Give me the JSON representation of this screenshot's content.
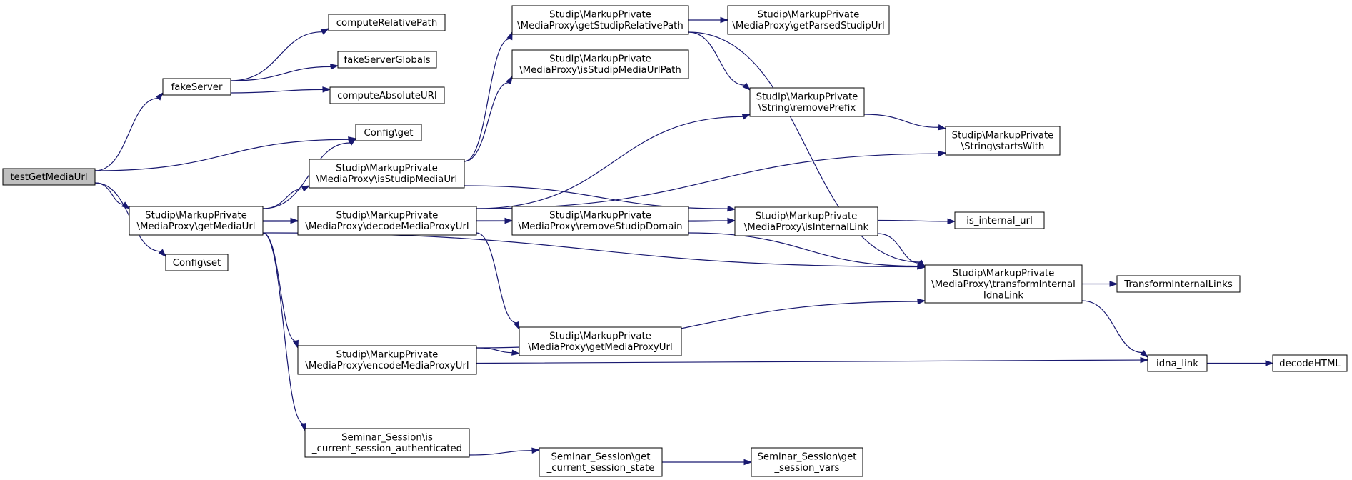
{
  "colors": {
    "edge": "#191970",
    "node_fill": "#ffffff",
    "root_fill": "#bfbfbf",
    "node_stroke": "#000000"
  },
  "nodes": [
    {
      "id": "testGetMediaUrl",
      "lines": [
        "testGetMediaUrl"
      ],
      "root": true
    },
    {
      "id": "fakeServer",
      "lines": [
        "fakeServer"
      ]
    },
    {
      "id": "computeRelativePath",
      "lines": [
        "computeRelativePath"
      ]
    },
    {
      "id": "fakeServerGlobals",
      "lines": [
        "fakeServerGlobals"
      ]
    },
    {
      "id": "computeAbsoluteURI",
      "lines": [
        "computeAbsoluteURI"
      ]
    },
    {
      "id": "configGet",
      "lines": [
        "Config\\get"
      ]
    },
    {
      "id": "configSet",
      "lines": [
        "Config\\set"
      ]
    },
    {
      "id": "getMediaUrl",
      "lines": [
        "Studip\\MarkupPrivate",
        "\\MediaProxy\\getMediaUrl"
      ]
    },
    {
      "id": "isStudipMediaUrl",
      "lines": [
        "Studip\\MarkupPrivate",
        "\\MediaProxy\\isStudipMediaUrl"
      ]
    },
    {
      "id": "decodeMediaProxyUrl",
      "lines": [
        "Studip\\MarkupPrivate",
        "\\MediaProxy\\decodeMediaProxyUrl"
      ]
    },
    {
      "id": "encodeMediaProxyUrl",
      "lines": [
        "Studip\\MarkupPrivate",
        "\\MediaProxy\\encodeMediaProxyUrl"
      ]
    },
    {
      "id": "isAuthenticated",
      "lines": [
        "Seminar_Session\\is",
        "_current_session_authenticated"
      ]
    },
    {
      "id": "getStudipRelativePath",
      "lines": [
        "Studip\\MarkupPrivate",
        "\\MediaProxy\\getStudipRelativePath"
      ]
    },
    {
      "id": "isStudipMediaUrlPath",
      "lines": [
        "Studip\\MarkupPrivate",
        "\\MediaProxy\\isStudipMediaUrlPath"
      ]
    },
    {
      "id": "removeStudipDomain",
      "lines": [
        "Studip\\MarkupPrivate",
        "\\MediaProxy\\removeStudipDomain"
      ]
    },
    {
      "id": "getMediaProxyUrl",
      "lines": [
        "Studip\\MarkupPrivate",
        "\\MediaProxy\\getMediaProxyUrl"
      ]
    },
    {
      "id": "getSessionState",
      "lines": [
        "Seminar_Session\\get",
        "_current_session_state"
      ]
    },
    {
      "id": "getParsedStudipUrl",
      "lines": [
        "Studip\\MarkupPrivate",
        "\\MediaProxy\\getParsedStudipUrl"
      ]
    },
    {
      "id": "removePrefix",
      "lines": [
        "Studip\\MarkupPrivate",
        "\\String\\removePrefix"
      ]
    },
    {
      "id": "isInternalLink",
      "lines": [
        "Studip\\MarkupPrivate",
        "\\MediaProxy\\isInternalLink"
      ]
    },
    {
      "id": "transformInternalIdnaLink",
      "lines": [
        "Studip\\MarkupPrivate",
        "\\MediaProxy\\transformInternal",
        "IdnaLink"
      ]
    },
    {
      "id": "getSessionVars",
      "lines": [
        "Seminar_Session\\get",
        "_session_vars"
      ]
    },
    {
      "id": "startsWith",
      "lines": [
        "Studip\\MarkupPrivate",
        "\\String\\startsWith"
      ]
    },
    {
      "id": "isInternalUrl",
      "lines": [
        "is_internal_url"
      ]
    },
    {
      "id": "transformInternalLinks",
      "lines": [
        "TransformInternalLinks"
      ]
    },
    {
      "id": "idnaLink",
      "lines": [
        "idna_link"
      ]
    },
    {
      "id": "decodeHTML",
      "lines": [
        "decodeHTML"
      ]
    }
  ],
  "edges": [
    [
      "testGetMediaUrl",
      "fakeServer"
    ],
    [
      "testGetMediaUrl",
      "configGet"
    ],
    [
      "testGetMediaUrl",
      "getMediaUrl"
    ],
    [
      "testGetMediaUrl",
      "configSet"
    ],
    [
      "fakeServer",
      "computeRelativePath"
    ],
    [
      "fakeServer",
      "fakeServerGlobals"
    ],
    [
      "fakeServer",
      "computeAbsoluteURI"
    ],
    [
      "getMediaUrl",
      "configGet"
    ],
    [
      "getMediaUrl",
      "isStudipMediaUrl"
    ],
    [
      "getMediaUrl",
      "decodeMediaProxyUrl"
    ],
    [
      "getMediaUrl",
      "isInternalLink"
    ],
    [
      "getMediaUrl",
      "transformInternalIdnaLink"
    ],
    [
      "getMediaUrl",
      "encodeMediaProxyUrl"
    ],
    [
      "getMediaUrl",
      "isAuthenticated"
    ],
    [
      "isStudipMediaUrl",
      "getStudipRelativePath"
    ],
    [
      "isStudipMediaUrl",
      "isStudipMediaUrlPath"
    ],
    [
      "isStudipMediaUrl",
      "isInternalLink"
    ],
    [
      "decodeMediaProxyUrl",
      "removePrefix"
    ],
    [
      "decodeMediaProxyUrl",
      "startsWith"
    ],
    [
      "decodeMediaProxyUrl",
      "removeStudipDomain"
    ],
    [
      "decodeMediaProxyUrl",
      "getMediaProxyUrl"
    ],
    [
      "encodeMediaProxyUrl",
      "getMediaProxyUrl"
    ],
    [
      "encodeMediaProxyUrl",
      "transformInternalIdnaLink"
    ],
    [
      "encodeMediaProxyUrl",
      "idnaLink"
    ],
    [
      "getStudipRelativePath",
      "getParsedStudipUrl"
    ],
    [
      "getStudipRelativePath",
      "removePrefix"
    ],
    [
      "getStudipRelativePath",
      "transformInternalIdnaLink"
    ],
    [
      "removeStudipDomain",
      "isInternalLink"
    ],
    [
      "removeStudipDomain",
      "transformInternalIdnaLink"
    ],
    [
      "removePrefix",
      "startsWith"
    ],
    [
      "isInternalLink",
      "isInternalUrl"
    ],
    [
      "isInternalLink",
      "transformInternalIdnaLink"
    ],
    [
      "transformInternalIdnaLink",
      "transformInternalLinks"
    ],
    [
      "transformInternalIdnaLink",
      "idnaLink"
    ],
    [
      "idnaLink",
      "decodeHTML"
    ],
    [
      "isAuthenticated",
      "getSessionState"
    ],
    [
      "getSessionState",
      "getSessionVars"
    ]
  ]
}
